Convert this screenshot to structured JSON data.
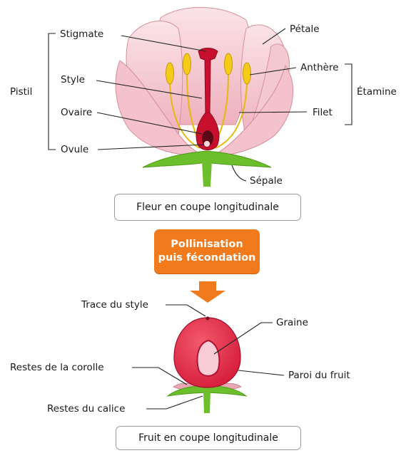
{
  "flower": {
    "labels": {
      "stigmate": "Stigmate",
      "style": "Style",
      "ovaire": "Ovaire",
      "ovule": "Ovule",
      "pistil": "Pistil",
      "petale": "Pétale",
      "anthere": "Anthère",
      "filet": "Filet",
      "etamine": "Étamine",
      "sepale": "Sépale"
    },
    "caption": "Fleur en coupe longitudinale"
  },
  "process": {
    "line1": "Pollinisation",
    "line2": "puis fécondation"
  },
  "fruit": {
    "labels": {
      "trace_style": "Trace du style",
      "graine": "Graine",
      "restes_corolle": "Restes de la corolle",
      "paroi": "Paroi du fruit",
      "restes_calice": "Restes du calice"
    },
    "caption": "Fruit en coupe longitudinale"
  },
  "colors": {
    "petal": "#f2c3cc",
    "petal_edge": "#d9909c",
    "pistil": "#c8102e",
    "stamen": "#f1c40f",
    "sepal": "#6cbf2b",
    "fruit": "#e8364f",
    "seed": "#f6c9d2",
    "arrow": "#f07a1c"
  }
}
